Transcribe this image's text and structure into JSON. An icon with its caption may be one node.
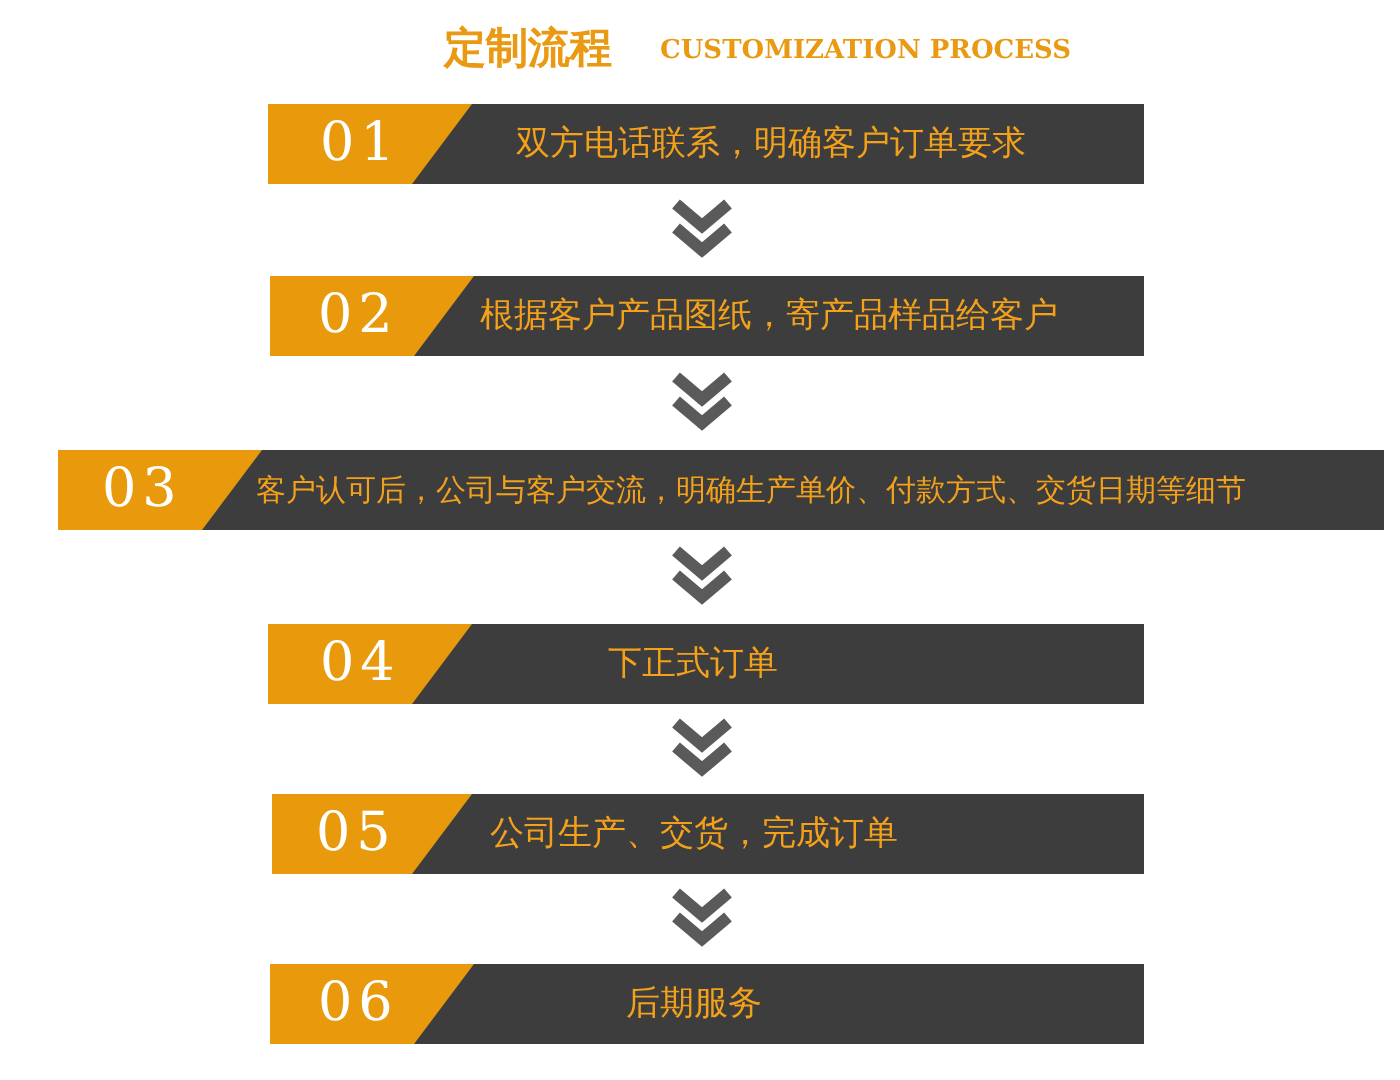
{
  "diagram": {
    "title": "定制流程",
    "nodes": [
      {
        "text": [
          "01",
          "双方电话联系，明确客户订单要求"
        ]
      },
      {
        "text": [
          "02",
          "根据客户产品图纸，寄产品样品给客户"
        ]
      },
      {
        "text": [
          "03",
          "客户认可后，公司与客户交流，明确生产单价、付款方式、交货日期等细节"
        ]
      },
      {
        "text": [
          "04",
          "下正式订单"
        ]
      },
      {
        "text": [
          "05",
          "公司生产、交货，完成订单"
        ]
      },
      {
        "text": [
          "06",
          "后期服务"
        ]
      }
    ],
    "edges": [
      {
        "from": 0,
        "to": 1,
        "arrow": "to"
      },
      {
        "from": 1,
        "to": 2,
        "arrow": "to"
      },
      {
        "from": 2,
        "to": 3,
        "arrow": "to"
      },
      {
        "from": 3,
        "to": 4,
        "arrow": "to"
      },
      {
        "from": 4,
        "to": 5,
        "arrow": "to"
      }
    ],
    "labels": [
      "CUSTOMIZATION PROCESS"
    ]
  }
}
